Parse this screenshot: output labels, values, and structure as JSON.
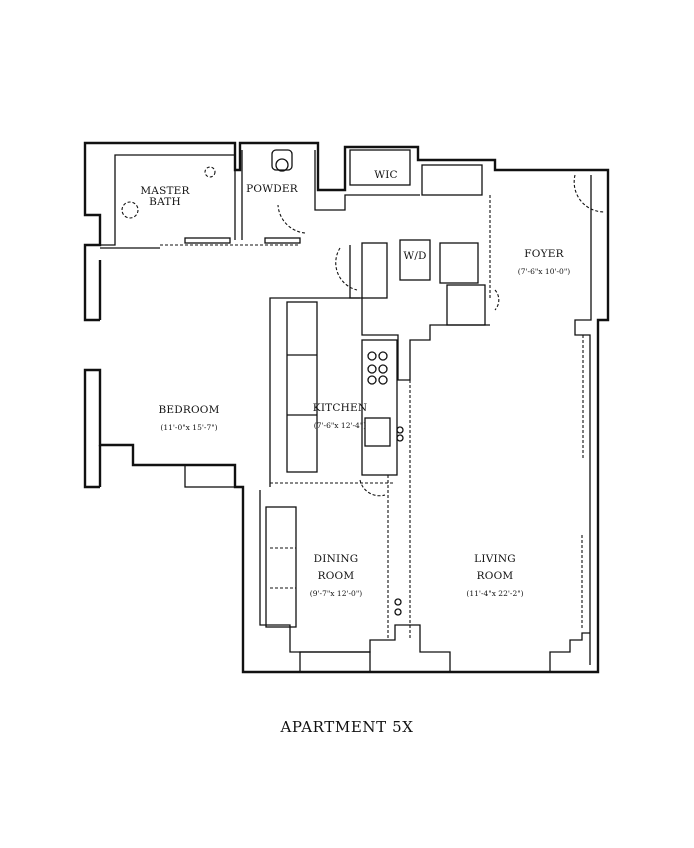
{
  "title": "APARTMENT 5X",
  "rooms": {
    "master_bath": {
      "name_line1": "MASTER",
      "name_line2": "BATH"
    },
    "powder": {
      "name": "POWDER"
    },
    "wic": {
      "name": "WIC"
    },
    "wd": {
      "name": "W/D"
    },
    "foyer": {
      "name": "FOYER",
      "dims": "(7'-6\"x 10'-0\")"
    },
    "bedroom": {
      "name": "BEDROOM",
      "dims": "(11'-0\"x 15'-7\")"
    },
    "kitchen": {
      "name": "KITCHEN",
      "dims": "(7'-6\"x 12'-4\")"
    },
    "dining": {
      "name_line1": "DINING",
      "name_line2": "ROOM",
      "dims": "(9'-7\"x 12'-0\")"
    },
    "living": {
      "name_line1": "LIVING",
      "name_line2": "ROOM",
      "dims": "(11'-4\"x 22'-2\")"
    }
  }
}
